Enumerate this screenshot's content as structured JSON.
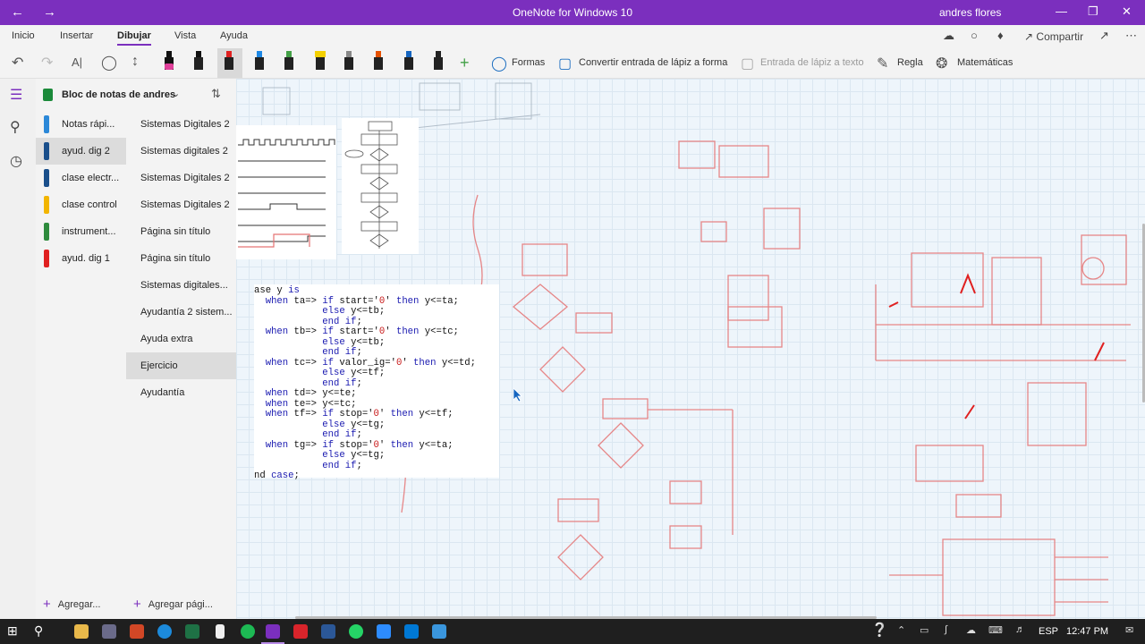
{
  "window": {
    "title": "OneNote for Windows 10",
    "user": "andres flores"
  },
  "menu": {
    "items": [
      "Inicio",
      "Insertar",
      "Dibujar",
      "Vista",
      "Ayuda"
    ],
    "active": "Dibujar",
    "share": "Compartir"
  },
  "toolbar": {
    "shapes": "Formas",
    "ink_to_shape": "Convertir entrada de lápiz a forma",
    "ink_to_text": "Entrada de lápiz a texto",
    "ruler": "Regla",
    "math": "Matemáticas",
    "pen_colors": [
      "#e0409a",
      "#111111",
      "#e02020",
      "#1e88e5",
      "#43a047",
      "#f4d000",
      "#888888",
      "#e65100",
      "#1565c0",
      "#222222"
    ]
  },
  "notebook": {
    "name": "Bloc de notas de andres",
    "sections": [
      {
        "label": "Notas rápi...",
        "color": "#2b88d8"
      },
      {
        "label": "ayud. dig 2",
        "color": "#1a4f8b"
      },
      {
        "label": "clase electr...",
        "color": "#1a4f8b"
      },
      {
        "label": "clase control",
        "color": "#f2b500"
      },
      {
        "label": "instrument...",
        "color": "#2e8b3d"
      },
      {
        "label": "ayud. dig 1",
        "color": "#e02020"
      }
    ],
    "pages": [
      "Sistemas Digitales 2",
      "Sistemas digitales 2",
      "Sistemas Digitales 2",
      "Sistemas Digitales 2",
      "Página sin título",
      "Página sin título",
      "Sistemas digitales...",
      "Ayudantía 2 sistem...",
      "Ayuda extra",
      "Ejercicio",
      "Ayudantía"
    ],
    "selected_page": "Ejercicio",
    "add_section": "Agregar...",
    "add_page": "Agregar pági..."
  },
  "code": {
    "lines": [
      "ase y is",
      "  when ta=> if start='0' then y<=ta;",
      "            else y<=tb;",
      "            end if;",
      "  when tb=> if start='0' then y<=tc;",
      "            else y<=tb;",
      "            end if;",
      "  when tc=> if valor_ig='0' then y<=td;",
      "            else y<=tf;",
      "            end if;",
      "  when td=> y<=te;",
      "  when te=> y<=tc;",
      "  when tf=> if stop='0' then y<=tf;",
      "            else y<=tg;",
      "            end if;",
      "  when tg=> if stop='0' then y<=ta;",
      "            else y<=tg;",
      "            end if;",
      "nd case;"
    ]
  },
  "taskbar": {
    "language": "ESP",
    "time": "12:47 PM"
  }
}
